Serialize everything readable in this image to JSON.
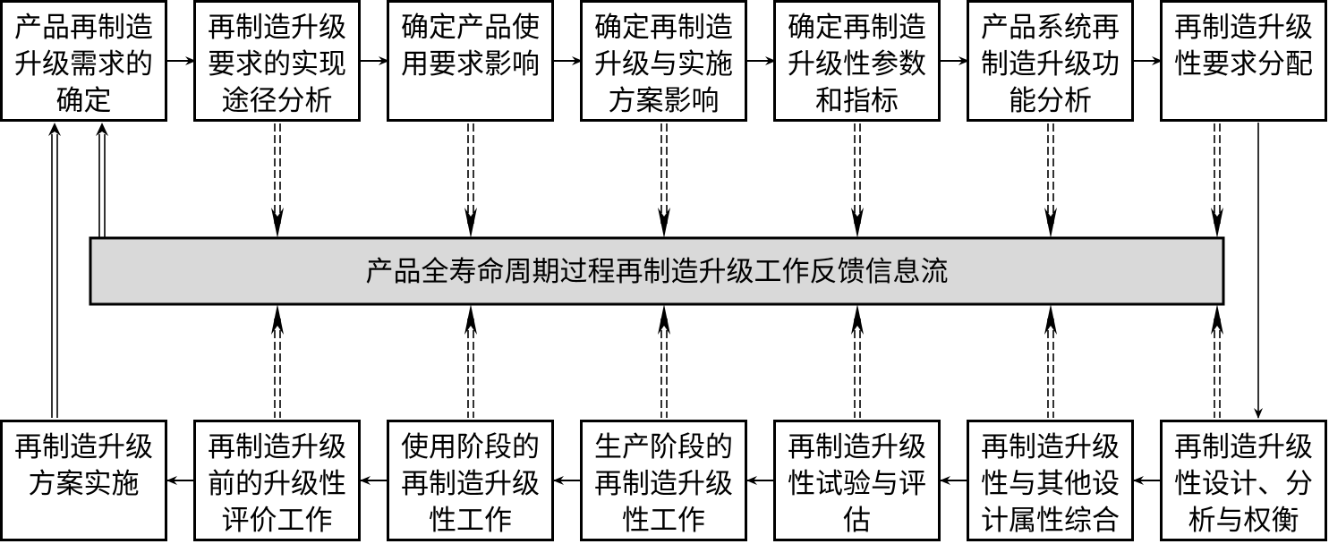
{
  "top_boxes": [
    {
      "lines": [
        "产品再制造",
        "升级需求的",
        "确定"
      ]
    },
    {
      "lines": [
        "再制造升级",
        "要求的实现",
        "途径分析"
      ]
    },
    {
      "lines": [
        "确定产品使",
        "用要求影响"
      ]
    },
    {
      "lines": [
        "确定再制造",
        "升级与实施",
        "方案影响"
      ]
    },
    {
      "lines": [
        "确定再制造",
        "升级性参数",
        "和指标"
      ]
    },
    {
      "lines": [
        "产品系统再",
        "制造升级功",
        "能分析"
      ]
    },
    {
      "lines": [
        "再制造升级",
        "性要求分配"
      ]
    }
  ],
  "center_bar": {
    "label": "产品全寿命周期过程再制造升级工作反馈信息流",
    "fill": "#d9d9d9"
  },
  "bottom_boxes": [
    {
      "lines": [
        "再制造升级",
        "方案实施"
      ]
    },
    {
      "lines": [
        "再制造升级",
        "前的升级性",
        "评价工作"
      ]
    },
    {
      "lines": [
        "使用阶段的",
        "再制造升级",
        "性工作"
      ]
    },
    {
      "lines": [
        "生产阶段的",
        "再制造升级",
        "性工作"
      ]
    },
    {
      "lines": [
        "再制造升级",
        "性试验与评",
        "估"
      ]
    },
    {
      "lines": [
        "再制造升级",
        "性与其他设",
        "计属性综合"
      ]
    },
    {
      "lines": [
        "再制造升级",
        "性设计、分",
        "析与权衡"
      ]
    }
  ]
}
